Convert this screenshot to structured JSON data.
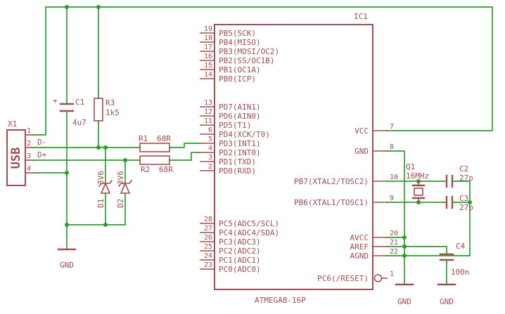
{
  "colors": {
    "wire": "#2f9b2f",
    "symbol": "#9e4f4f",
    "background": "#ffffff"
  },
  "ic": {
    "ref": "IC1",
    "part": "ATMEGA8-16P",
    "pin_groups_left": [
      {
        "pins": [
          {
            "num": "19",
            "name": "PB5(SCK)"
          },
          {
            "num": "18",
            "name": "PB4(MISO)"
          },
          {
            "num": "17",
            "name": "PB3(MOSI/OC2)"
          },
          {
            "num": "16",
            "name": "PB2(SS/OC1B)"
          },
          {
            "num": "15",
            "name": "PB1(OC1A)"
          },
          {
            "num": "14",
            "name": "PB0(ICP)"
          }
        ]
      },
      {
        "pins": [
          {
            "num": "13",
            "name": "PD7(AIN1)"
          },
          {
            "num": "12",
            "name": "PD6(AIN0)"
          },
          {
            "num": "11",
            "name": "PD5(T1)"
          },
          {
            "num": "6",
            "name": "PD4(XCK/T0)"
          },
          {
            "num": "5",
            "name": "PD3(INT1)"
          },
          {
            "num": "4",
            "name": "PD2(INT0)"
          },
          {
            "num": "3",
            "name": "PD1(TXD)"
          },
          {
            "num": "2",
            "name": "PD0(RXD)"
          }
        ]
      },
      {
        "pins": [
          {
            "num": "28",
            "name": "PC5(ADC5/SCL)"
          },
          {
            "num": "27",
            "name": "PC4(ADC4/SDA)"
          },
          {
            "num": "26",
            "name": "PC3(ADC3)"
          },
          {
            "num": "25",
            "name": "PC2(ADC2)"
          },
          {
            "num": "24",
            "name": "PC1(ADC1)"
          },
          {
            "num": "23",
            "name": "PC0(ADC0)"
          }
        ]
      }
    ],
    "pins_right": [
      {
        "num": "7",
        "name": "VCC"
      },
      {
        "num": "8",
        "name": "GND"
      },
      {
        "num": "10",
        "name": "PB7(XTAL2/TOSC2)"
      },
      {
        "num": "9",
        "name": "PB6(XTAL1/TOSC1)"
      },
      {
        "num": "20",
        "name": "AVCC"
      },
      {
        "num": "21",
        "name": "AREF"
      },
      {
        "num": "22",
        "name": "AGND"
      },
      {
        "num": "1",
        "name": "PC6(/RESET)"
      }
    ]
  },
  "usb": {
    "ref": "X1",
    "label": "USB",
    "pins": [
      "1",
      "2",
      "3",
      "4"
    ],
    "net_labels": [
      "D-",
      "D+"
    ]
  },
  "components": {
    "c1": {
      "ref": "C1",
      "value": "4u7",
      "polarity": "+"
    },
    "r3": {
      "ref": "R3",
      "value": "1k5"
    },
    "r1": {
      "ref": "R1",
      "value": "68R"
    },
    "r2": {
      "ref": "R2",
      "value": "68R"
    },
    "d1": {
      "ref": "D1",
      "value": "3V6"
    },
    "d2": {
      "ref": "D2",
      "value": "3V6"
    },
    "q1": {
      "ref": "Q1",
      "value": "16MHz"
    },
    "c2": {
      "ref": "C2",
      "value": "27p"
    },
    "c3": {
      "ref": "C3",
      "value": "27p"
    },
    "c4": {
      "ref": "C4",
      "value": "100n"
    }
  },
  "gnd_labels": [
    "GND",
    "GND",
    "GND"
  ]
}
